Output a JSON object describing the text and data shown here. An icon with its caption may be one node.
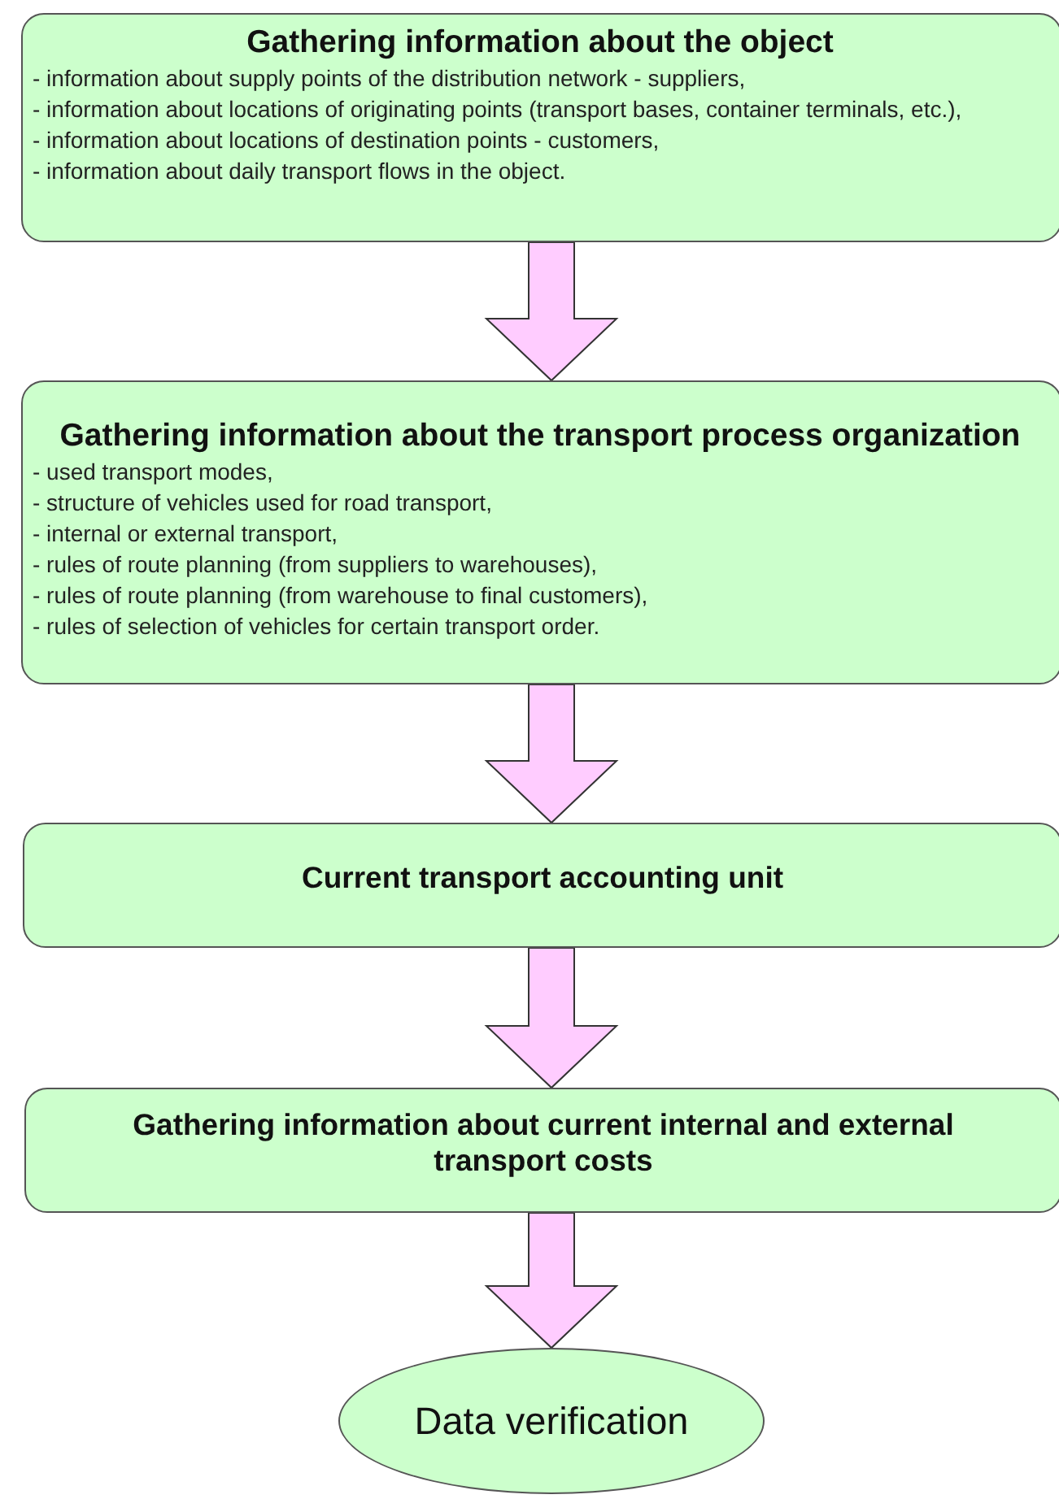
{
  "diagram": {
    "nodes": [
      {
        "text": [
          "Gathering information about the object",
          "- information about supply points of the distribution network - suppliers,",
          "- information about locations of originating points (transport bases, container terminals, etc.),",
          "- information about locations of destination points - customers,",
          "- information about daily transport flows in the object."
        ]
      },
      {
        "text": [
          "Gathering information about the transport process organization",
          "- used transport modes,",
          "- structure of vehicles used for road transport,",
          "- internal or external transport,",
          "- rules of route planning (from suppliers to warehouses),",
          "- rules of route planning (from warehouse to final customers),",
          "- rules of selection of vehicles for certain transport order."
        ]
      },
      {
        "text": [
          "Current transport accounting unit"
        ]
      },
      {
        "text": [
          "Gathering information about current internal and external transport costs"
        ]
      },
      {
        "text": [
          "Data verification"
        ]
      }
    ],
    "edges": [
      {
        "from": 0,
        "to": 1,
        "arrow": "to"
      },
      {
        "from": 1,
        "to": 2,
        "arrow": "to"
      },
      {
        "from": 2,
        "to": 3,
        "arrow": "to"
      },
      {
        "from": 3,
        "to": 4,
        "arrow": "to"
      }
    ]
  }
}
